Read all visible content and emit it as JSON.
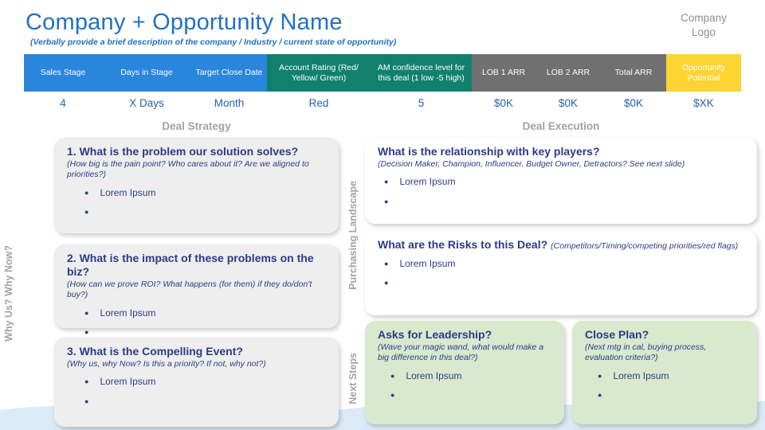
{
  "slide": {
    "title": "Company + Opportunity Name",
    "subtitle": "(Verbally provide a brief description of the company / Industry / current state of opportunity)",
    "logo_line1": "Company",
    "logo_line2": "Logo"
  },
  "summary_table": {
    "columns": [
      {
        "label": "Sales Stage",
        "value": "4",
        "color_group": "blue"
      },
      {
        "label": "Days in Stage",
        "value": "X Days",
        "color_group": "blue"
      },
      {
        "label": "Target Close Date",
        "value": "Month",
        "color_group": "blue"
      },
      {
        "label": "Account Rating (Red/ Yellow/ Green)",
        "value": "Red",
        "color_group": "teal"
      },
      {
        "label": "AM confidence level for this deal (1 low -5 high)",
        "value": "5",
        "color_group": "teal"
      },
      {
        "label": "LOB 1 ARR",
        "value": "$0K",
        "color_group": "gray"
      },
      {
        "label": "LOB 2 ARR",
        "value": "$0K",
        "color_group": "gray"
      },
      {
        "label": "Total ARR",
        "value": "$0K",
        "color_group": "gray"
      },
      {
        "label": "Opportunity Potential",
        "value": "$XK",
        "color_group": "yellow"
      }
    ]
  },
  "sections": {
    "left_header": "Deal Strategy",
    "right_header": "Deal Execution"
  },
  "vertical_labels": {
    "why_us": "Why Us? Why Now?",
    "purchasing_landscape": "Purchasing Landscape",
    "next_steps": "Next Steps"
  },
  "deal_strategy": {
    "boxes": [
      {
        "title": "1. What is the problem our solution solves?",
        "hint": "(How big is the pain point? Who cares about it? Are we aligned to priorities?)",
        "bullets": [
          "Lorem Ipsum",
          ""
        ]
      },
      {
        "title": "2. What is the impact of these problems on the biz?",
        "hint": "(How can we prove ROI? What happens (for them) if they do/don't buy?)",
        "bullets": [
          "Lorem Ipsum",
          ""
        ]
      },
      {
        "title": "3. What is the Compelling Event?",
        "hint": "(Why us, why Now? Is this a priority? If not, why not?)",
        "bullets": [
          "Lorem Ipsum",
          ""
        ]
      }
    ]
  },
  "deal_execution": {
    "boxes": [
      {
        "title": "What is the relationship with key players?",
        "hint": "(Decision Maker, Champion, Influencer, Budget Owner, Detractors? See next slide)",
        "bullets": [
          "Lorem Ipsum",
          ""
        ]
      },
      {
        "title": "What are the Risks to this Deal?",
        "hint": "(Competitors/Timing/competing priorities/red flags)",
        "bullets": [
          "Lorem Ipsum",
          ""
        ]
      },
      {
        "title": "Asks for Leadership?",
        "hint": "(Wave your magic wand, what would make a big difference in this deal?)",
        "bullets": [
          "Lorem Ipsum",
          ""
        ]
      },
      {
        "title": "Close Plan?",
        "hint": "(Next mtg in cal, buying process, evaluation criteria?)",
        "bullets": [
          "Lorem Ipsum",
          ""
        ]
      }
    ]
  },
  "colors": {
    "table_blue": "#2a85dc",
    "table_teal": "#11816e",
    "table_gray": "#707070",
    "table_yellow": "#fdd431",
    "value_text_blue": "#2a61ae",
    "title_blue": "#2171c1",
    "heading_navy": "#2b3b87",
    "section_label_gray": "#a2a2a2",
    "gray_box_bg": "#eeeeee",
    "green_box_bg": "#d8e9ce",
    "wave_blue": "#daeaf6"
  }
}
